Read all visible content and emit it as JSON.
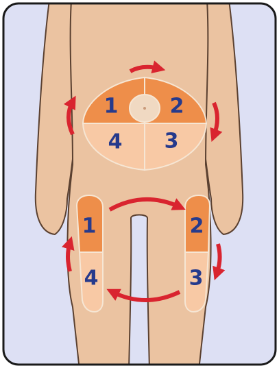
{
  "abdomen_zones": [
    "1",
    "2",
    "3",
    "4"
  ],
  "left_thigh_zones": [
    "1",
    "4"
  ],
  "right_thigh_zones": [
    "2",
    "3"
  ],
  "colors": {
    "frame_border": "#1a1a1a",
    "background": "#dde0f4",
    "skin": "#ebc3a1",
    "outline": "#5a4030",
    "zone_dark": "#ee8e4a",
    "zone_light": "#f8c9a5",
    "zone_edge": "#f6e6d4",
    "rotation_arrow": "#d9242f",
    "number": "#263a8c"
  },
  "icons": [
    "rotation-arrow-icon"
  ]
}
